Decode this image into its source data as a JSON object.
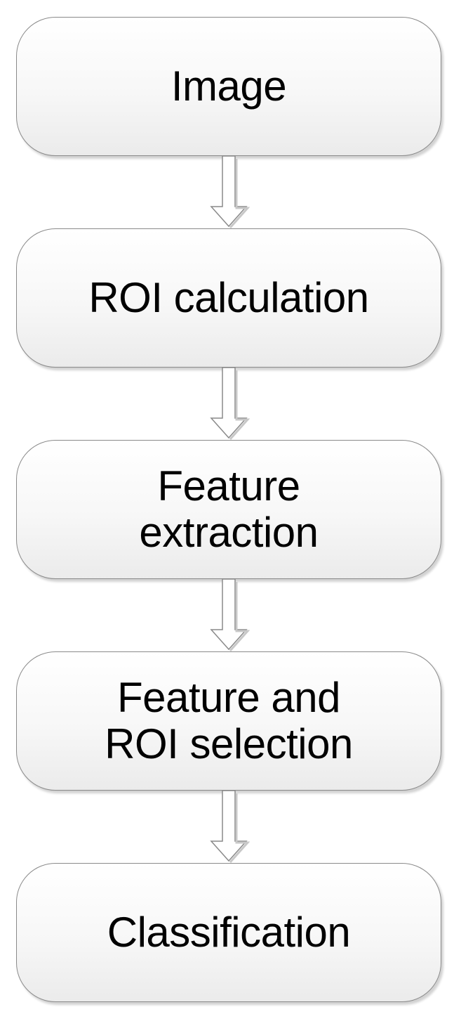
{
  "flow": {
    "steps": [
      {
        "label": "Image"
      },
      {
        "label": "ROI calculation"
      },
      {
        "label": "Feature\nextraction"
      },
      {
        "label": "Feature and\nROI selection"
      },
      {
        "label": "Classification"
      }
    ]
  },
  "colors": {
    "box_border": "#8a8a8a",
    "box_fill_top": "#ffffff",
    "box_fill_bottom": "#ebebeb",
    "arrow_fill": "#ffffff",
    "arrow_stroke": "#8a8a8a",
    "text": "#000000"
  },
  "icons": {
    "connector": "down-arrow-icon"
  }
}
